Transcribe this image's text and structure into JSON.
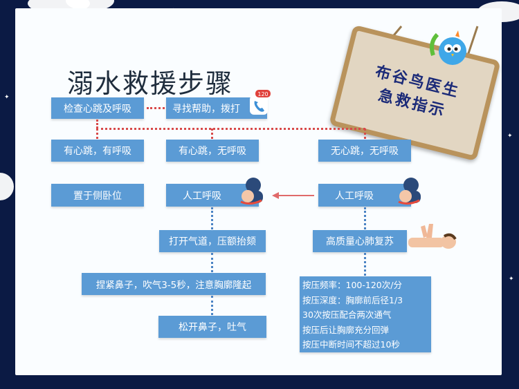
{
  "title": "溺水救援步骤",
  "sign": {
    "line1": "布谷鸟医生",
    "line2": "急救指示"
  },
  "phone_badge": "120",
  "nodes": {
    "check": "检查心跳及呼吸",
    "seek_help": "寻找帮助，拨打",
    "hb_breath": "有心跳，有呼吸",
    "side_lying": "置于侧卧位",
    "hb_no_breath": "有心跳，无呼吸",
    "no_hb_no_breath": "无心跳，无呼吸",
    "rescue_breath_a": "人工呼吸",
    "rescue_breath_b": "人工呼吸",
    "open_airway": "打开气道，压额抬颏",
    "cpr": "高质量心肺复苏",
    "pinch_nose": "捏紧鼻子，吹气3-5秒，注意胸廓隆起",
    "release_nose": "松开鼻子，吐气"
  },
  "cpr_notes": [
    "按压频率：100-120次/分",
    "按压深度：胸廓前后径1/3",
    "30次按压配合两次通气",
    "按压后让胸廓充分回弹",
    "按压中断时间不超过10秒"
  ],
  "colors": {
    "box": "#5b9bd5",
    "dash": "#d84a4a",
    "flow": "#4a83c4",
    "sign_text": "#1b2a78"
  }
}
